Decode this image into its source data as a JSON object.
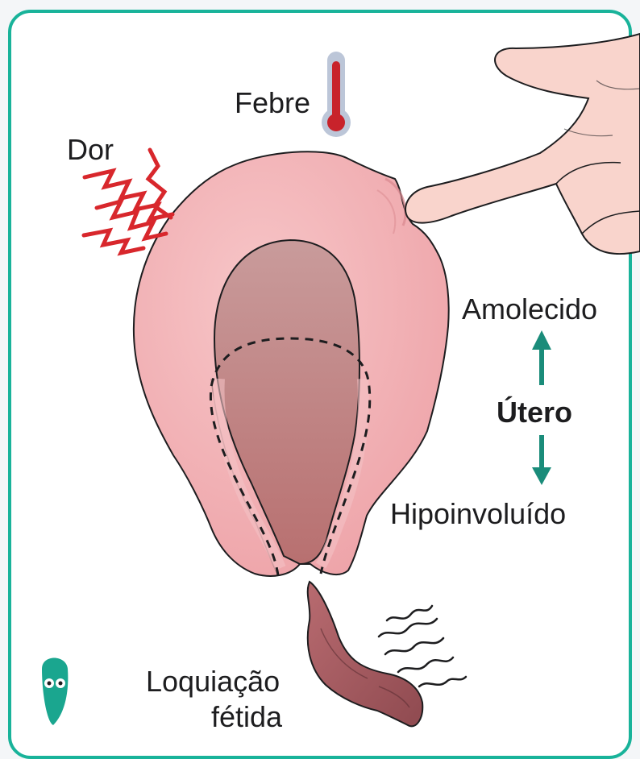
{
  "labels": {
    "fever": "Febre",
    "pain": "Dor",
    "softened": "Amolecido",
    "uterus": "Útero",
    "subinvolution": "Hipoinvoluído",
    "lochia_line1": "Loquiação",
    "lochia_line2": "fétida"
  },
  "icons": {
    "fever": "thermometer-icon",
    "pain": "pain-zigzag-icon",
    "arrows": "arrow-icon",
    "odor": "odor-waves-icon",
    "logo": "owl-logo-icon"
  },
  "colors": {
    "frame": "#19b39a",
    "uterus": "#f2b5b8",
    "cavity": "#c88684",
    "pain": "#d8272c",
    "arrow": "#1a8c7a",
    "thermometer_fill": "#c8232b",
    "lochia": "#a85a5f"
  }
}
